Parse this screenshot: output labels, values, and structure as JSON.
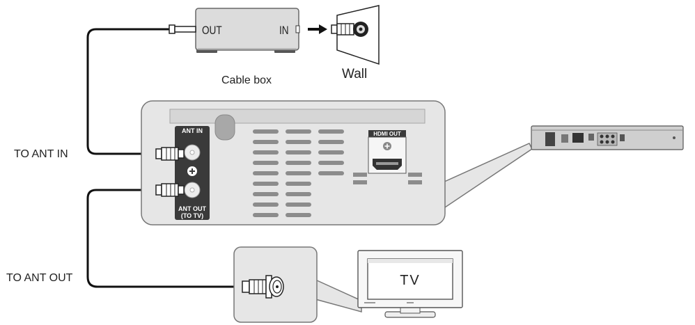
{
  "labels": {
    "cable_box": "Cable box",
    "wall": "Wall",
    "to_ant_in": "TO ANT IN",
    "to_ant_out": "TO ANT OUT",
    "tv": "TV"
  },
  "cable_box": {
    "out_label": "OUT",
    "in_label": "IN"
  },
  "rear_panel": {
    "ant_in_label": "ANT IN",
    "ant_out_label_line1": "ANT OUT",
    "ant_out_label_line2": "(TO TV)",
    "hdmi_out_label": "HDMI OUT"
  },
  "colors": {
    "line": "#111111",
    "panel_fill": "#e6e6e6",
    "panel_stroke": "#777777",
    "dark_block": "#3a3a3a",
    "vent": "#8c8c8c"
  },
  "icons": [
    "coax-connector-icon",
    "arrow-right-icon",
    "wall-coax-outlet-icon",
    "blu-ray-player-icon",
    "tv-icon",
    "screw-icon"
  ]
}
